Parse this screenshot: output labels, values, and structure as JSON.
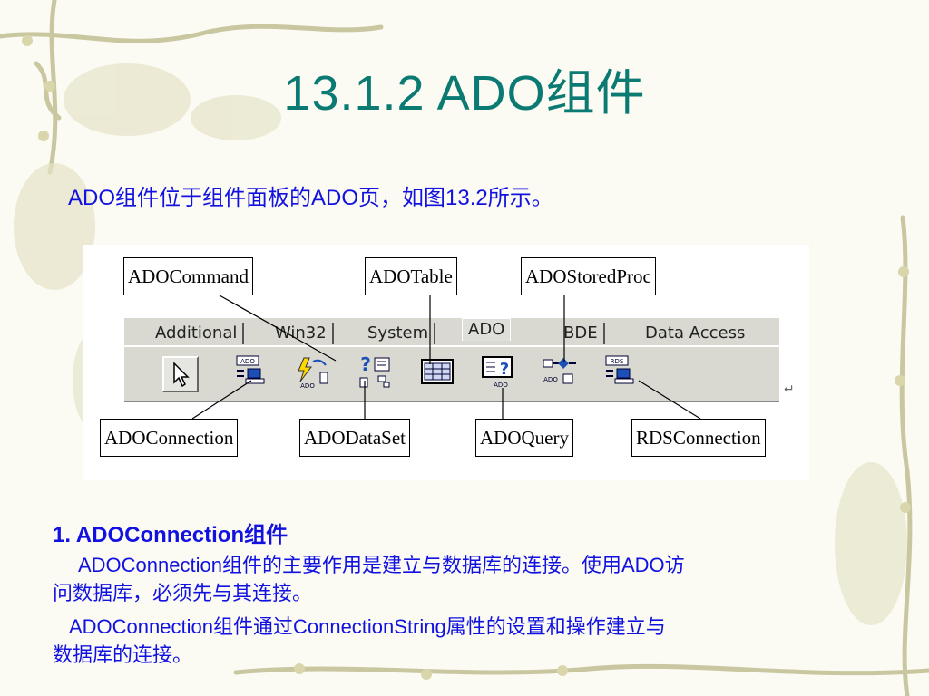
{
  "slide": {
    "title": "13.1.2   ADO组件",
    "intro": "ADO组件位于组件面板的ADO页，如图13.2所示。"
  },
  "figure": {
    "tabs": [
      "Additional",
      "Win32",
      "System",
      "ADO",
      "BDE",
      "Data Access"
    ],
    "active_tab": "ADO",
    "callouts": {
      "ado_command": "ADOCommand",
      "ado_table": "ADOTable",
      "ado_stored_proc": "ADOStoredProc",
      "ado_connection": "ADOConnection",
      "ado_dataset": "ADODataSet",
      "ado_query": "ADOQuery",
      "rds_connection": "RDSConnection"
    },
    "icon_labels": {
      "ado_small": "ADO",
      "rds_small": "RDS",
      "question": "?"
    },
    "return_mark": "↵"
  },
  "section": {
    "heading": "1. ADOConnection组件",
    "para1_line1": "ADOConnection组件的主要作用是建立与数据库的连接。使用ADO访",
    "para1_line2": "问数据库，必须先与其连接。",
    "para2_line1": "ADOConnection组件通过ConnectionString属性的设置和操作建立与",
    "para2_line2": "数据库的连接。"
  },
  "colors": {
    "title": "#0a7a72",
    "body_text": "#1212e0",
    "background": "#fbfaf3"
  }
}
